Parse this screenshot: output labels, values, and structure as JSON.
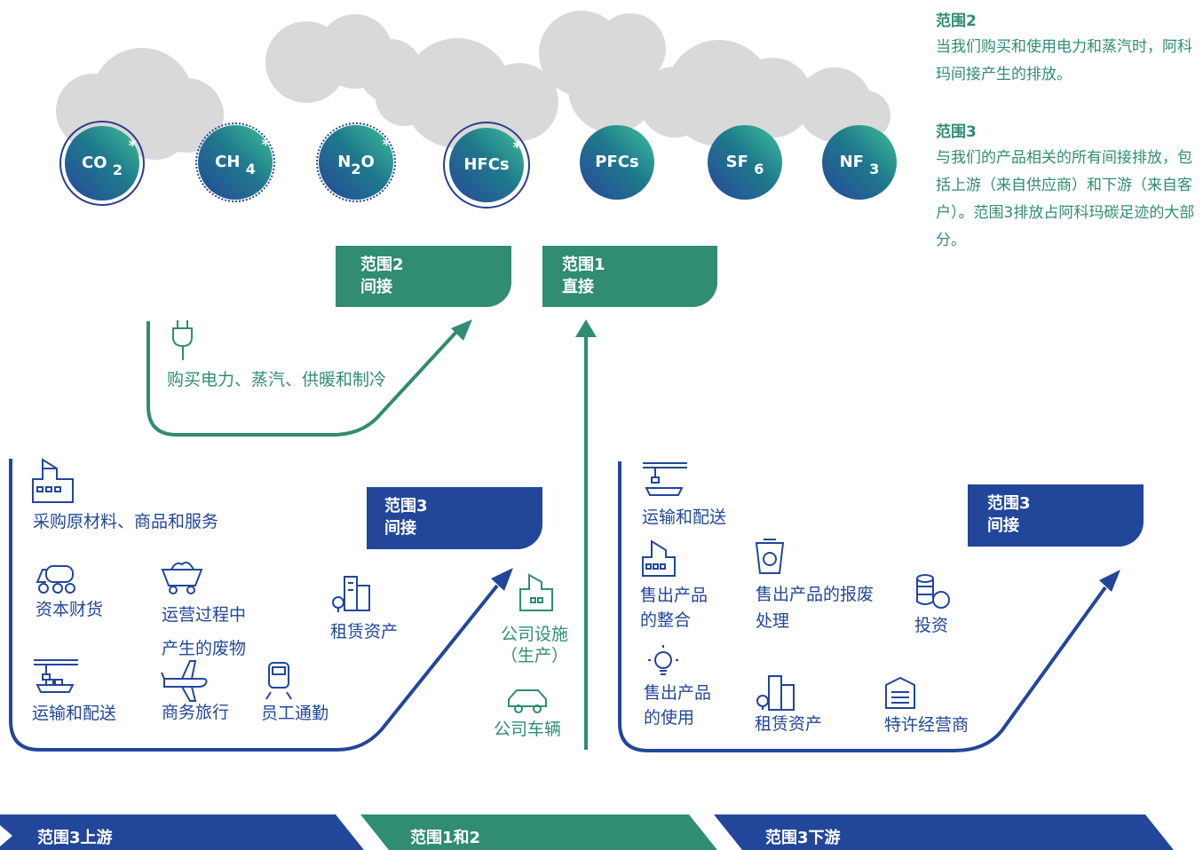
{
  "gases": [
    {
      "formula": "CO",
      "sub": "2",
      "star": "*"
    },
    {
      "formula": "CH",
      "sub": "4",
      "star": "*"
    },
    {
      "formula": "N",
      "sub": "2",
      "tail": "O",
      "star": "*"
    },
    {
      "formula": "HFCs",
      "sub": "",
      "star": "*"
    },
    {
      "formula": "PFCs",
      "sub": "",
      "star": ""
    },
    {
      "formula": "SF",
      "sub": "6",
      "star": ""
    },
    {
      "formula": "NF",
      "sub": "3",
      "star": ""
    }
  ],
  "tags": {
    "scope2": {
      "line1": "范围2",
      "line2": "间接"
    },
    "scope1": {
      "line1": "范围1",
      "line2": "直接"
    },
    "scope3_up": {
      "line1": "范围3",
      "line2": "间接"
    },
    "scope3_down": {
      "line1": "范围3",
      "line2": "间接"
    }
  },
  "scope2_item": "购买电力、蒸汽、供暖和制冷",
  "upstream_items": {
    "raw_materials": "采购原材料、商品和服务",
    "capital_goods": "资本财货",
    "waste": "运营过程中产生的废物",
    "leased": "租赁资产",
    "transport": "运输和配送",
    "business_travel": "商务旅行",
    "commuting": "员工通勤"
  },
  "scope1_items": {
    "facilities": "公司设施（生产）",
    "vehicles": "公司车辆"
  },
  "downstream_items": {
    "transport": "运输和配送",
    "processing": "售出产品的整合",
    "end_of_life": "售出产品的报废处理",
    "investment": "投资",
    "use": "售出产品的使用",
    "leased": "租赁资产",
    "franchise": "特许经营商"
  },
  "side": {
    "s2_title": "范围2",
    "s2_text": "当我们购买和使用电力和蒸汽时，阿科玛间接产生的排放。",
    "s3_title": "范围3",
    "s3_text": "与我们的产品相关的所有间接排放，包括上游（来自供应商）和下游（来自客户）。范围3排放占阿科玛碳足迹的大部分。"
  },
  "bottom_bar": {
    "upstream": "范围3上游",
    "scope12": "范围1和2",
    "downstream": "范围3下游"
  },
  "colors": {
    "green": "#308c73",
    "blue": "#22479a",
    "cloud": "#d9d9da"
  }
}
